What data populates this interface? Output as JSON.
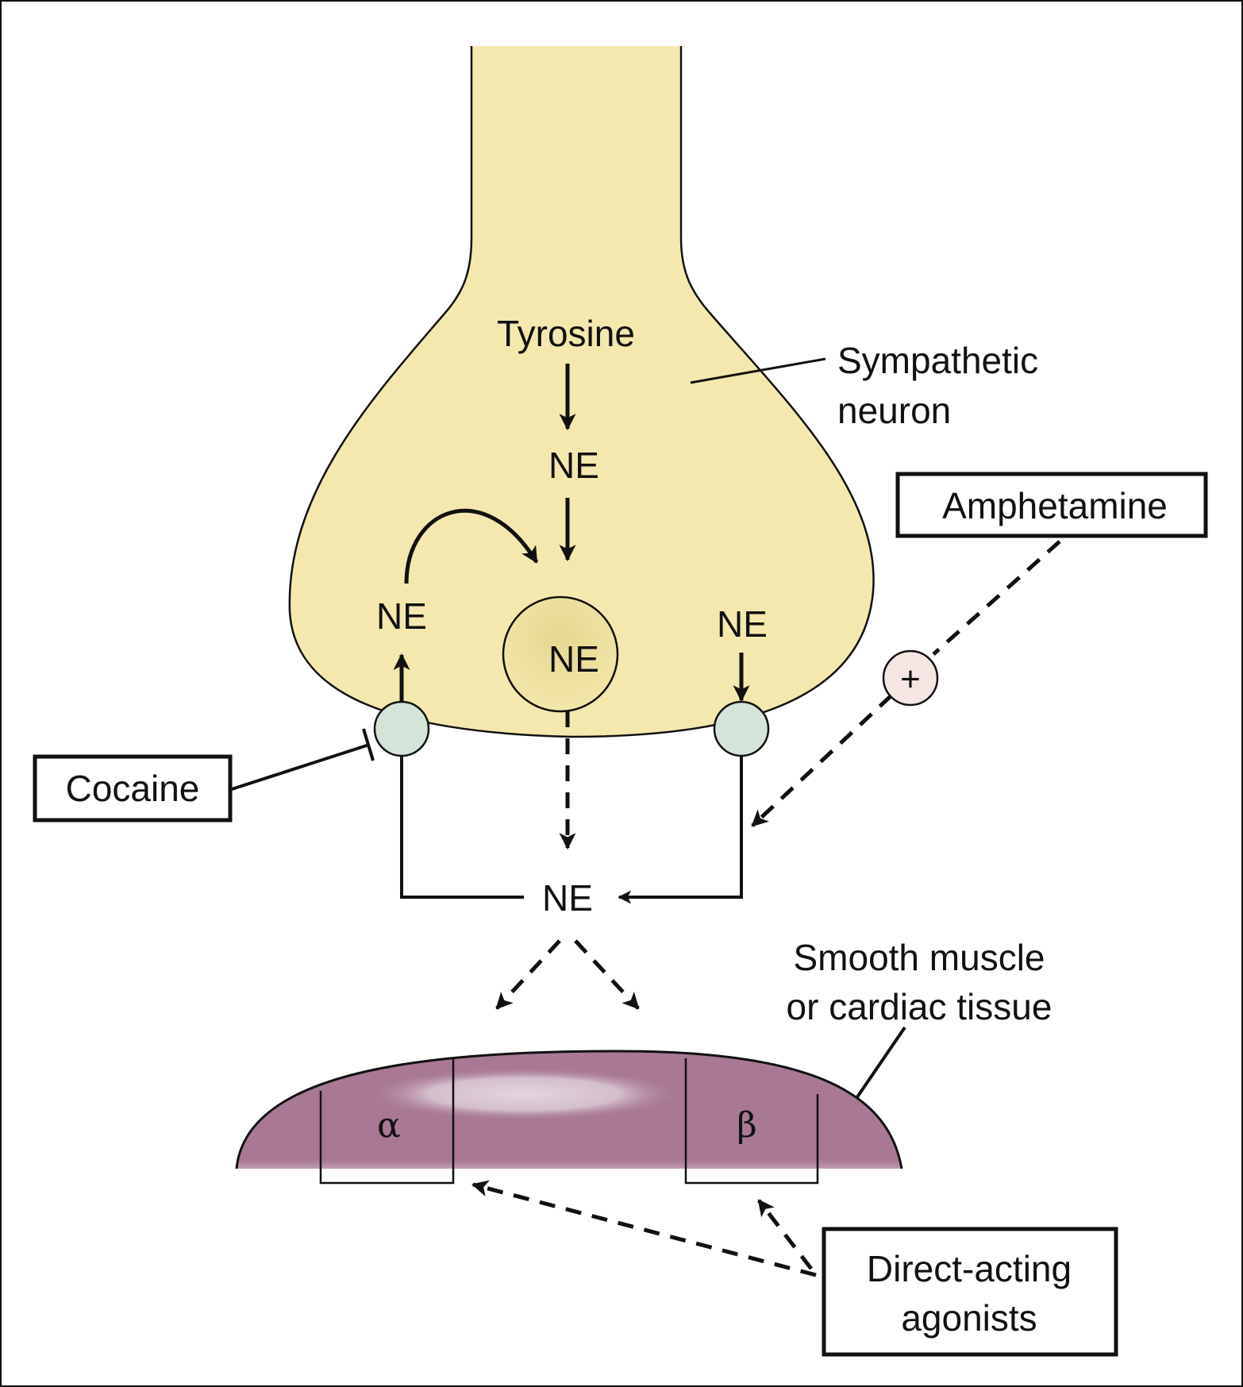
{
  "diagram": {
    "title": "Sympathetic neuron neurotransmission and drug sites of action",
    "labels": {
      "tyrosine": "Tyrosine",
      "ne_synth": "NE",
      "ne_vesicle": "NE",
      "ne_reuptake_left": "NE",
      "ne_right": "NE",
      "ne_cleft": "NE",
      "sympathetic_neuron_line1": "Sympathetic",
      "sympathetic_neuron_line2": "neuron",
      "smooth_muscle_line1": "Smooth muscle",
      "smooth_muscle_line2": "or cardiac tissue",
      "alpha_receptor": "α",
      "beta_receptor": "β",
      "plus_sign": "+"
    },
    "boxes": {
      "cocaine": "Cocaine",
      "amphetamine": "Amphetamine",
      "direct_agonists_line1": "Direct-acting",
      "direct_agonists_line2": "agonists"
    },
    "colors": {
      "neuron_fill": "#f5e8ae",
      "vesicle_fill": "#ecdf9c",
      "transporter_fill": "#d4e4d8",
      "plus_fill": "#f5e6e3",
      "tissue_fill": "#a87894",
      "tissue_highlight": "#ddcdd9",
      "stroke": "#111111"
    },
    "relationships": [
      {
        "from": "Tyrosine",
        "to": "NE",
        "type": "synthesis"
      },
      {
        "from": "NE",
        "to": "vesicle NE",
        "type": "storage"
      },
      {
        "from": "reuptake NE",
        "to": "vesicle NE",
        "type": "recycling"
      },
      {
        "from": "vesicle NE",
        "to": "synaptic NE",
        "type": "release"
      },
      {
        "from": "synaptic NE",
        "to": "α and β receptors",
        "type": "binding"
      },
      {
        "from": "Cocaine",
        "to": "reuptake transporter",
        "type": "inhibition"
      },
      {
        "from": "Amphetamine",
        "to": "NE release",
        "type": "stimulation (+)"
      },
      {
        "from": "Direct-acting agonists",
        "to": "α and β receptors",
        "type": "activation"
      }
    ]
  }
}
